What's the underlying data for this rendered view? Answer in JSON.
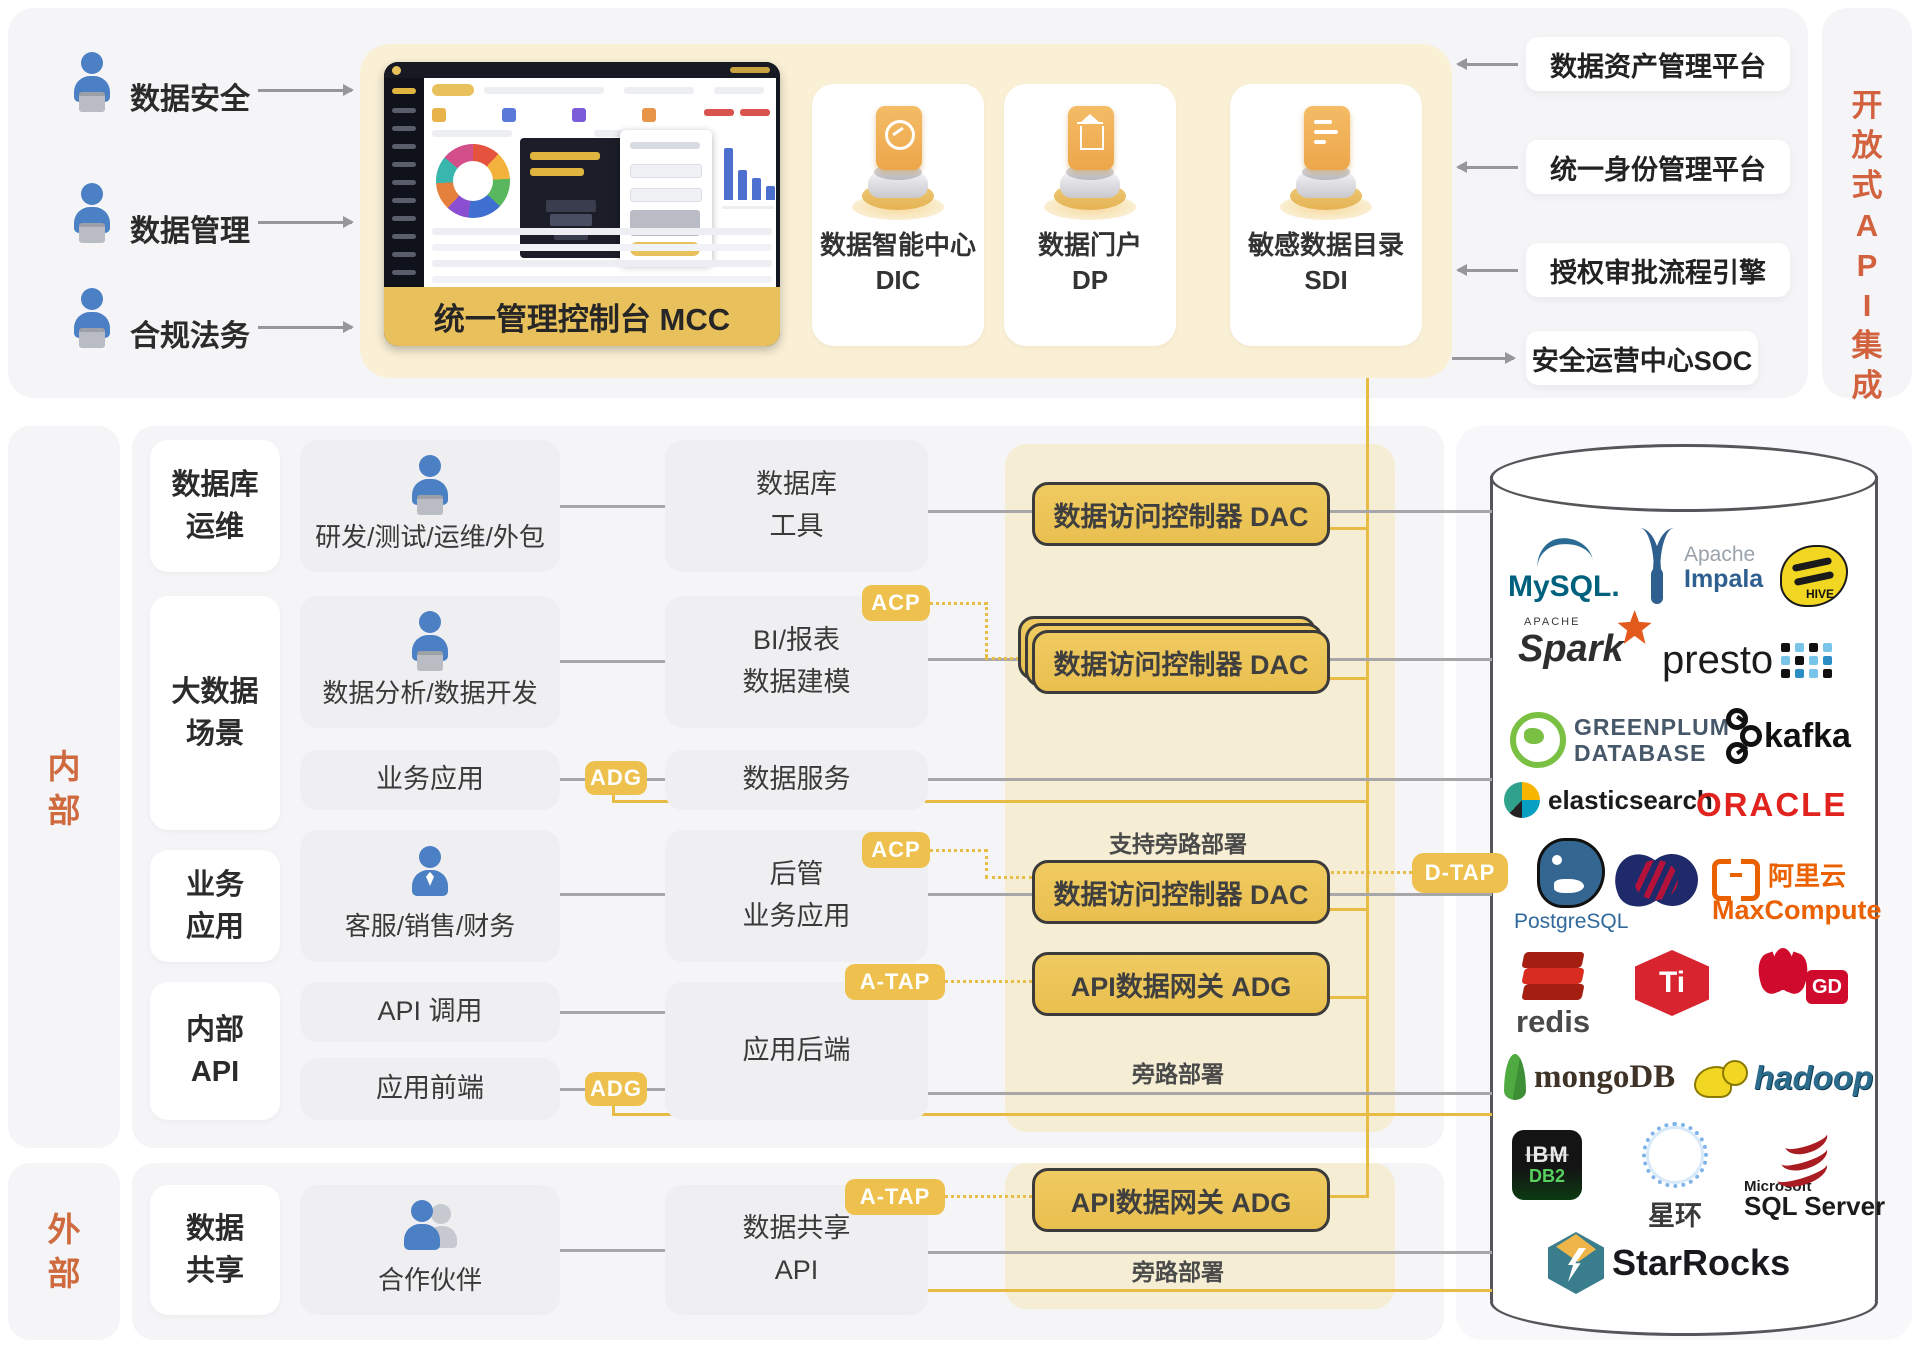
{
  "colors": {
    "accent_yellow": "#EEC14E",
    "line_yellow": "#E7BB44",
    "line_gray": "#A7A7AA",
    "orange_text": "#D2613E",
    "cream_panel": "#FAF0D6",
    "band": "#F6EED4",
    "panel_gray": "#F5F5F7"
  },
  "top": {
    "users": [
      {
        "label": "数据安全",
        "icon": "person-laptop-icon"
      },
      {
        "label": "数据管理",
        "icon": "person-laptop-icon"
      },
      {
        "label": "合规法务",
        "icon": "person-laptop-icon"
      }
    ],
    "console": {
      "caption": "统一管理控制台 MCC"
    },
    "modules": [
      {
        "name": "数据智能中心",
        "abbr": "DIC",
        "icon": "gauge-chip-icon"
      },
      {
        "name": "数据门户",
        "abbr": "DP",
        "icon": "portal-chip-icon"
      },
      {
        "name": "敏感数据目录",
        "abbr": "SDI",
        "icon": "catalog-chip-icon"
      }
    ],
    "integrations": [
      {
        "label": "数据资产管理平台",
        "direction": "in"
      },
      {
        "label": "统一身份管理平台",
        "direction": "in"
      },
      {
        "label": "授权审批流程引擎",
        "direction": "in"
      },
      {
        "label": "安全运营中心SOC",
        "direction": "out"
      }
    ],
    "api_strip": "开放式API集成"
  },
  "sections": {
    "internal": "内部",
    "external": "外部"
  },
  "badges": {
    "acp": "ACP",
    "adg": "ADG",
    "a_tap": "A-TAP",
    "d_tap": "D-TAP"
  },
  "components": {
    "dac": "数据访问控制器 DAC",
    "adg_gateway": "API数据网关 ADG"
  },
  "notes": {
    "support_bypass": "支持旁路部署",
    "bypass1": "旁路部署",
    "bypass2": "旁路部署"
  },
  "rows": {
    "db_ops": {
      "group": [
        "数据库",
        "运维"
      ],
      "client": "研发/测试/运维/外包",
      "middle": [
        "数据库",
        "工具"
      ]
    },
    "bigdata": {
      "group": [
        "大数据",
        "场景"
      ],
      "client": "数据分析/数据开发",
      "middle": [
        "BI/报表",
        "数据建模"
      ]
    },
    "bigdata2": {
      "client": "业务应用",
      "middle": "数据服务"
    },
    "business": {
      "group": [
        "业务",
        "应用"
      ],
      "client": "客服/销售/财务",
      "middle": [
        "后管",
        "业务应用"
      ]
    },
    "api": {
      "group": [
        "内部",
        "API"
      ],
      "client_a": "API 调用",
      "client_b": "应用前端",
      "middle": "应用后端"
    },
    "share": {
      "group": [
        "数据",
        "共享"
      ],
      "client": "合作伙伴",
      "middle": [
        "数据共享",
        "API"
      ]
    }
  },
  "cylinder": {
    "logos": {
      "mysql": {
        "name": "MySQL",
        "text": "MySQL."
      },
      "impala": {
        "name": "Apache Impala",
        "line1": "Apache",
        "line2": "Impala"
      },
      "hive": {
        "name": "Apache Hive",
        "text": "HIVE"
      },
      "spark": {
        "name": "Apache Spark",
        "sub": "APACHE",
        "text": "Spark"
      },
      "presto": {
        "name": "Presto",
        "text": "presto"
      },
      "greenplum": {
        "name": "Greenplum Database",
        "line1": "GREENPLUM",
        "line2": "DATABASE"
      },
      "kafka": {
        "name": "Apache Kafka",
        "text": "kafka"
      },
      "elastic": {
        "name": "Elasticsearch",
        "text": "elasticsearch"
      },
      "oracle": {
        "name": "Oracle",
        "text": "ORACLE"
      },
      "postgres": {
        "name": "PostgreSQL",
        "text": "PostgreSQL"
      },
      "dm": {
        "name": "DM Database",
        "text": ""
      },
      "maxcompute": {
        "name": "Alibaba Cloud MaxCompute",
        "line1": "阿里云",
        "line2": "MaxCompute"
      },
      "redis": {
        "name": "Redis",
        "text": "redis"
      },
      "tidb": {
        "name": "TiDB",
        "text": "Ti"
      },
      "gaussdb": {
        "name": "Huawei GaussDB",
        "text": "GD"
      },
      "mongodb": {
        "name": "MongoDB",
        "text": "mongoDB"
      },
      "hadoop": {
        "name": "Hadoop",
        "text": "hadoop"
      },
      "db2": {
        "name": "IBM DB2",
        "line1": "IBM",
        "line2": "DB2"
      },
      "transwarp": {
        "name": "Transwarp 星环",
        "text": "星环"
      },
      "sqlserver": {
        "name": "Microsoft SQL Server",
        "line1": "Microsoft",
        "line2": "SQL Server"
      },
      "starrocks": {
        "name": "StarRocks",
        "text": "StarRocks"
      }
    }
  }
}
